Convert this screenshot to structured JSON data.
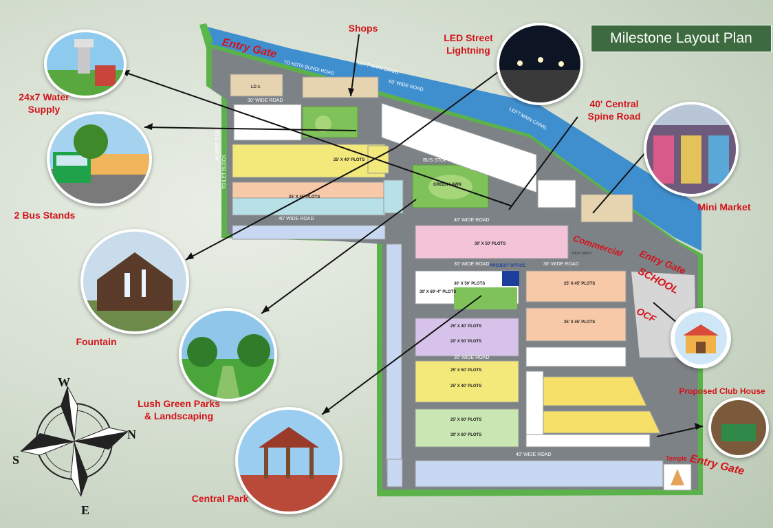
{
  "title": "Milestone Layout Plan",
  "features": {
    "water": "24x7 Water\nSupply",
    "bus": "2 Bus Stands",
    "fountain": "Fountain",
    "parks": "Lush Green Parks\n& Landscaping",
    "central_park": "Central Park",
    "shops": "Shops",
    "led": "LED Street\nLightning",
    "spine": "40' Central\nSpine Road",
    "market": "Mini Market",
    "club": "Proposed Club House"
  },
  "map_labels": {
    "entry_gate_top": "Entry Gate",
    "entry_gate_right": "Entry Gate",
    "entry_gate_bottom": "Entry Gate",
    "commercial": "Commercial",
    "school": "SCHOOL",
    "ocf": "OCF",
    "temple": "Temple",
    "to_kota": "TO KOTA BUNDI ROAD",
    "canal": "LEFT MAIN CANAL",
    "road_60": "60' WIDE ROAD",
    "road_40": "40' WIDE ROAD",
    "road_30": "30' WIDE ROAD",
    "green_lawn": "GREEN LAWN",
    "project_office": "PROJECT OFFICE",
    "bus_stop": "BUS STOP",
    "toilet_block": "TOILET BLOCK",
    "lc1": "LC-1",
    "high_mast": "HIGH MAST",
    "plots_30x50": "30' X 50' PLOTS",
    "plots_25x40": "25' X 40' PLOTS",
    "plots_25x45": "25' X 45' PLOTS",
    "plots_30x60": "30' X 60' PLOTS",
    "plots_25x60": "25' X 60' PLOTS",
    "plots_25x50": "25' X 50' PLOTS",
    "plots_20x50": "20' X 50' PLOTS",
    "plots_30x69": "30' X 69'-4\" PLOTS"
  },
  "compass": {
    "n": "N",
    "s": "S",
    "e": "E",
    "w": "W"
  }
}
